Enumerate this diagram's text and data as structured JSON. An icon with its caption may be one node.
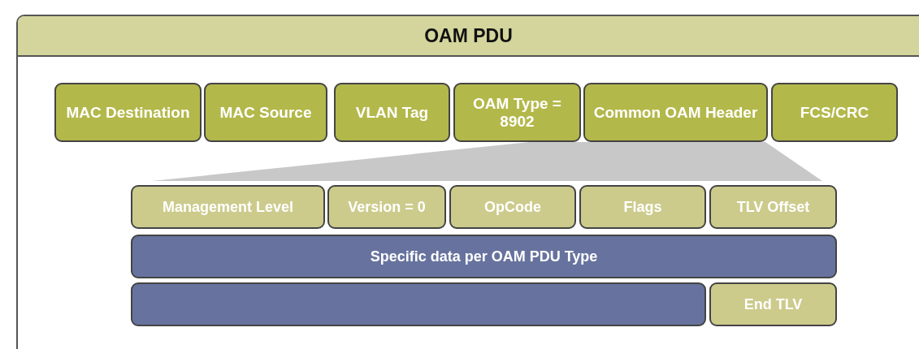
{
  "diagram": {
    "nodes": [
      {
        "text": [
          "OAM PDU"
        ]
      },
      {
        "text": [
          "MAC Destination"
        ],
        "in": 0
      },
      {
        "text": [
          "MAC Source"
        ],
        "in": 0
      },
      {
        "text": [
          "VLAN Tag"
        ],
        "in": 0
      },
      {
        "text": [
          "OAM Type = 8902"
        ],
        "in": 0
      },
      {
        "text": [
          "Common OAM Header"
        ],
        "in": 0
      },
      {
        "text": [
          "FCS/CRC"
        ],
        "in": 0
      },
      {
        "text": [],
        "shape": "trapezoid",
        "in": 0
      },
      {
        "text": [
          "Management Level"
        ],
        "in": 0
      },
      {
        "text": [
          "Version = 0"
        ],
        "in": 0
      },
      {
        "text": [
          "OpCode"
        ],
        "in": 0
      },
      {
        "text": [
          "Flags"
        ],
        "in": 0
      },
      {
        "text": [
          "TLV Offset"
        ],
        "in": 0
      },
      {
        "text": [
          "Specific data per OAM PDU Type"
        ],
        "in": 0
      },
      {
        "text": [],
        "shape": "bar",
        "in": 0
      },
      {
        "text": [
          "End TLV"
        ],
        "in": 0
      }
    ],
    "edges": []
  }
}
